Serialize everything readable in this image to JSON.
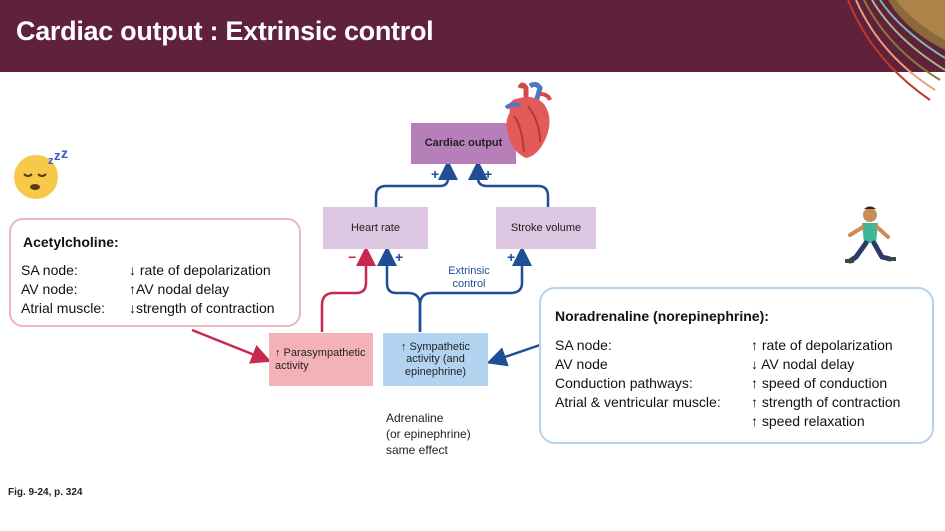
{
  "slide": {
    "title": "Cardiac output : Extrinsic control",
    "caption": "Fig. 9-24, p. 324"
  },
  "colors": {
    "title_bar": "#60213d",
    "cardiac_output_box": "#b77fba",
    "light_purple_box": "#ddc6e2",
    "parasympathetic_box": "#f3b2b8",
    "sympathetic_box": "#b2d4f1",
    "red_arrow": "#c8284e",
    "blue_arrow": "#1f4e96"
  },
  "diagram": {
    "cardiac_output": "Cardiac output",
    "heart_rate": "Heart rate",
    "stroke_volume": "Stroke volume",
    "parasympathetic": "↑ Parasympathetic activity",
    "sympathetic": "↑ Sympathetic activity (and epinephrine)",
    "extrinsic_control": "Extrinsic control",
    "plus": "+",
    "minus": "−",
    "adrenaline_note": [
      "Adrenaline",
      "(or epinephrine)",
      "same effect"
    ]
  },
  "acetylcholine": {
    "heading": "Acetylcholine:",
    "rows": [
      {
        "label": "SA node:",
        "effect": "↓ rate of depolarization"
      },
      {
        "label": "AV node:",
        "effect": "↑AV nodal delay"
      },
      {
        "label": "Atrial muscle:",
        "effect": "↓strength of contraction"
      }
    ]
  },
  "noradrenaline": {
    "heading": "Noradrenaline (norepinephrine):",
    "rows": [
      {
        "label": "SA node:",
        "effect": "↑ rate of depolarization"
      },
      {
        "label": "AV node",
        "effect": "↓ AV nodal delay"
      },
      {
        "label": "Conduction pathways:",
        "effect": "↑ speed of conduction"
      },
      {
        "label": "Atrial & ventricular muscle:",
        "effect": "↑  strength of contraction"
      },
      {
        "label": "",
        "effect": "↑ speed relaxation"
      }
    ]
  },
  "icons": [
    "sleeping-face-icon",
    "running-person-icon",
    "heart-icon",
    "corner-decoration-icon"
  ]
}
